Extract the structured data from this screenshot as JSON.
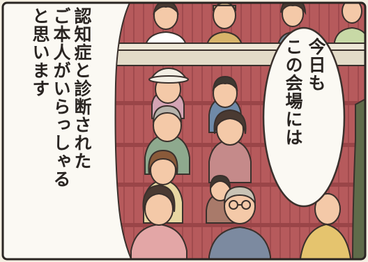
{
  "narration": {
    "lines": [
      "認知症と診断された",
      "ご本人がいらっしゃる",
      "と思います"
    ]
  },
  "speech_bubble": {
    "lines": [
      "今日も",
      "この会場には"
    ]
  },
  "colors": {
    "background": "#f4efe2",
    "seat_red": "#b65a5c",
    "seat_line": "#8e3e42",
    "railing": "#ede6d6",
    "outline": "#3a302c",
    "skin": "#f4c9a8",
    "hair_dark": "#4a3a32",
    "hair_gray": "#b6b3ab"
  }
}
